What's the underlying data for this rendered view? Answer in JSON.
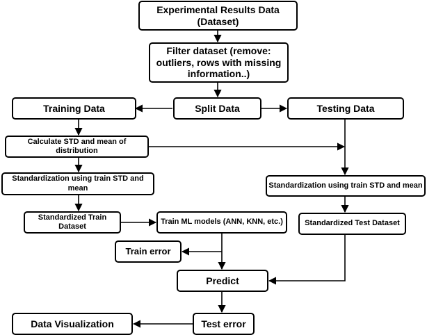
{
  "nodes": {
    "dataset": "Experimental Results Data (Dataset)",
    "filter": "Filter dataset (remove: outliers, rows with missing information..)",
    "split": "Split Data",
    "training": "Training Data",
    "testing": "Testing Data",
    "calc": "Calculate STD and mean of distribution",
    "std_train": "Standardization using train STD and mean",
    "std_test": "Standardization using train STD and mean",
    "standardized_train": "Standardized Train Dataset",
    "train_ml": "Train ML models (ANN, KNN, etc.)",
    "standardized_test": "Standardized Test Dataset",
    "train_error": "Train error",
    "predict": "Predict",
    "test_error": "Test error",
    "data_vis": "Data Visualization"
  }
}
